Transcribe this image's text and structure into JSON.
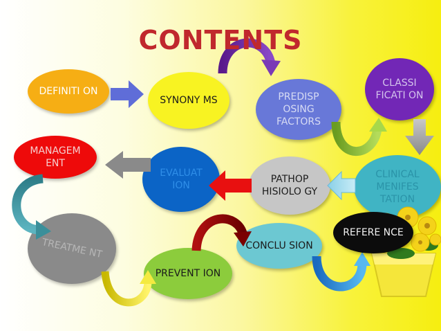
{
  "slide": {
    "title": "CONTENTS",
    "nodes": [
      {
        "id": "definition",
        "label": "DEFINITI ON"
      },
      {
        "id": "synonyms",
        "label": "SYNONY MS"
      },
      {
        "id": "predisposing",
        "label": "PREDISP OSING FACTORS"
      },
      {
        "id": "classification",
        "label": "CLASSI FICATI ON"
      },
      {
        "id": "clinical",
        "label": "CLINICAL MENIFES TATION"
      },
      {
        "id": "pathophysiology",
        "label": "PATHOP HISIOLO GY"
      },
      {
        "id": "evaluation",
        "label": "EVALUAT ION"
      },
      {
        "id": "management",
        "label": "MANAGEM ENT"
      },
      {
        "id": "treatment",
        "label": "TREATME NT"
      },
      {
        "id": "prevention",
        "label": "PREVENT ION"
      },
      {
        "id": "conclusion",
        "label": "CONCLU SION"
      },
      {
        "id": "reference",
        "label": "REFERE NCE"
      }
    ],
    "decoration": {
      "icon": "flower-pot-icon"
    },
    "colors": {
      "title": "#c0282d",
      "definition": "#f6ae14",
      "synonyms": "#f8f322",
      "predisposing": "#6878d8",
      "classification": "#7227b6",
      "clinical": "#40b4c4",
      "pathophysiology": "#c6c6c6",
      "evaluation": "#0b64c6",
      "management": "#ee0a0a",
      "treatment": "#8a8a8a",
      "prevention": "#8ccc3c",
      "conclusion": "#6cc8d2",
      "reference": "#0c0c0c"
    }
  }
}
